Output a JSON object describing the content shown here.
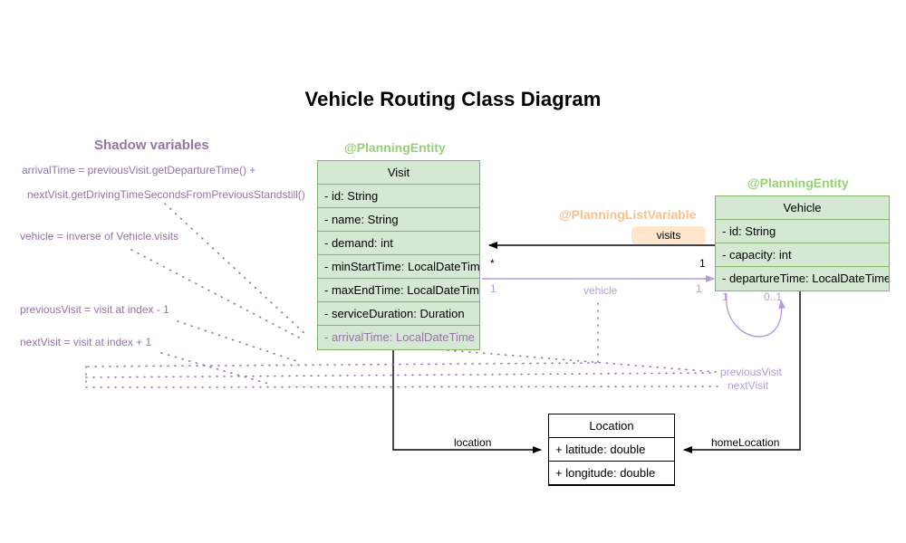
{
  "title": "Vehicle Routing Class Diagram",
  "colors": {
    "entity_fill": "#d5e8d4",
    "entity_stroke": "#82b366",
    "stereotype_green": "#97d077",
    "stereotype_orange": "#ffc08a",
    "shadow_purple": "#9673a6",
    "relation_purple": "#b39ddb",
    "badge_fill": "#ffe6cc",
    "plain_stroke": "#000000"
  },
  "shadow_panel": {
    "heading": "Shadow variables",
    "notes": [
      "arrivalTime = previousVisit.getDepartureTime() +",
      "nextVisit.getDrivingTimeSecondsFromPreviousStandstill()",
      "vehicle = inverse of Vehicle.visits",
      "previousVisit = visit at index - 1",
      "nextVisit = visit at index + 1"
    ]
  },
  "classes": [
    {
      "id": "visit",
      "stereotype": "@PlanningEntity",
      "name": "Visit",
      "attributes": [
        {
          "text": "- id: String",
          "shadow": false
        },
        {
          "text": "- name: String",
          "shadow": false
        },
        {
          "text": "- demand: int",
          "shadow": false
        },
        {
          "text": "- minStartTime: LocalDateTime",
          "shadow": false
        },
        {
          "text": "- maxEndTime: LocalDateTime",
          "shadow": false
        },
        {
          "text": "- serviceDuration: Duration",
          "shadow": false
        },
        {
          "text": "- arrivalTime: LocalDateTime",
          "shadow": true
        }
      ]
    },
    {
      "id": "vehicle",
      "stereotype": "@PlanningEntity",
      "name": "Vehicle",
      "attributes": [
        {
          "text": "- id: String",
          "shadow": false
        },
        {
          "text": "- capacity: int",
          "shadow": false
        },
        {
          "text": "- departureTime: LocalDateTime",
          "shadow": false
        }
      ]
    },
    {
      "id": "location",
      "stereotype": "",
      "name": "Location",
      "attributes": [
        {
          "text": "+ latitude: double",
          "shadow": false
        },
        {
          "text": "+ longitude: double",
          "shadow": false
        }
      ]
    }
  ],
  "annotations": {
    "planning_list_variable": "@PlanningListVariable",
    "visits_badge": "visits"
  },
  "relations": {
    "visits": {
      "label": "visits",
      "source_multiplicity": "1",
      "target_multiplicity": "*"
    },
    "vehicle": {
      "label": "vehicle",
      "source_multiplicity": "1",
      "target_multiplicity": "1"
    },
    "previous_visit": {
      "label": "previousVisit",
      "source_multiplicity": "1",
      "target_multiplicity": "0..1"
    },
    "next_visit": {
      "label": "nextVisit"
    },
    "location": {
      "label": "location"
    },
    "home_location": {
      "label": "homeLocation"
    }
  }
}
